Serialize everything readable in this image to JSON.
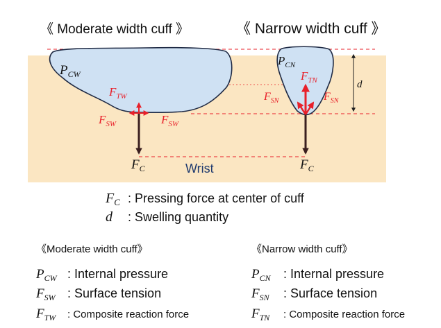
{
  "headings": {
    "moderate": "《 Moderate width cuff 》",
    "narrow": "《 Narrow width cuff 》"
  },
  "labels": {
    "p_cw": {
      "main": "P",
      "sub": "CW"
    },
    "p_cn": {
      "main": "P",
      "sub": "CN"
    },
    "f_tw": {
      "main": "F",
      "sub": "TW"
    },
    "f_tn": {
      "main": "F",
      "sub": "TN"
    },
    "f_sw_left": {
      "main": "F",
      "sub": "SW"
    },
    "f_sw_right": {
      "main": "F",
      "sub": "SW"
    },
    "f_sn_left": {
      "main": "F",
      "sub": "SN"
    },
    "f_sn_right": {
      "main": "F",
      "sub": "SN"
    },
    "f_c_left": {
      "main": "F",
      "sub": "C"
    },
    "f_c_right": {
      "main": "F",
      "sub": "C"
    },
    "d": "d",
    "wrist": "Wrist"
  },
  "legend_main": [
    {
      "symbol": "F",
      "sub": "C",
      "text": ": Pressing force at center of cuff"
    },
    {
      "symbol": "d",
      "sub": "",
      "text": ": Swelling quantity"
    }
  ],
  "legend_moderate": {
    "title": "《Moderate width cuff》",
    "items": [
      {
        "symbol": "P",
        "sub": "CW",
        "text": ": Internal pressure"
      },
      {
        "symbol": "F",
        "sub": "SW",
        "text": ": Surface tension"
      },
      {
        "symbol": "F",
        "sub": "TW",
        "text": ": Composite reaction force"
      }
    ]
  },
  "legend_narrow": {
    "title": "《Narrow width cuff》",
    "items": [
      {
        "symbol": "P",
        "sub": "CN",
        "text": ": Internal pressure"
      },
      {
        "symbol": "F",
        "sub": "SN",
        "text": ": Surface tension"
      },
      {
        "symbol": "F",
        "sub": "TN",
        "text": ": Composite reaction force"
      }
    ]
  },
  "colors": {
    "wrist_fill": "#fbe6c2",
    "cuff_fill": "#cfe1f3",
    "cuff_stroke": "#1f2a44",
    "force_red": "#e8202a",
    "force_dark": "#3a1f1f",
    "dash_red": "#e8202a",
    "wrist_text": "#1f3a6e"
  }
}
